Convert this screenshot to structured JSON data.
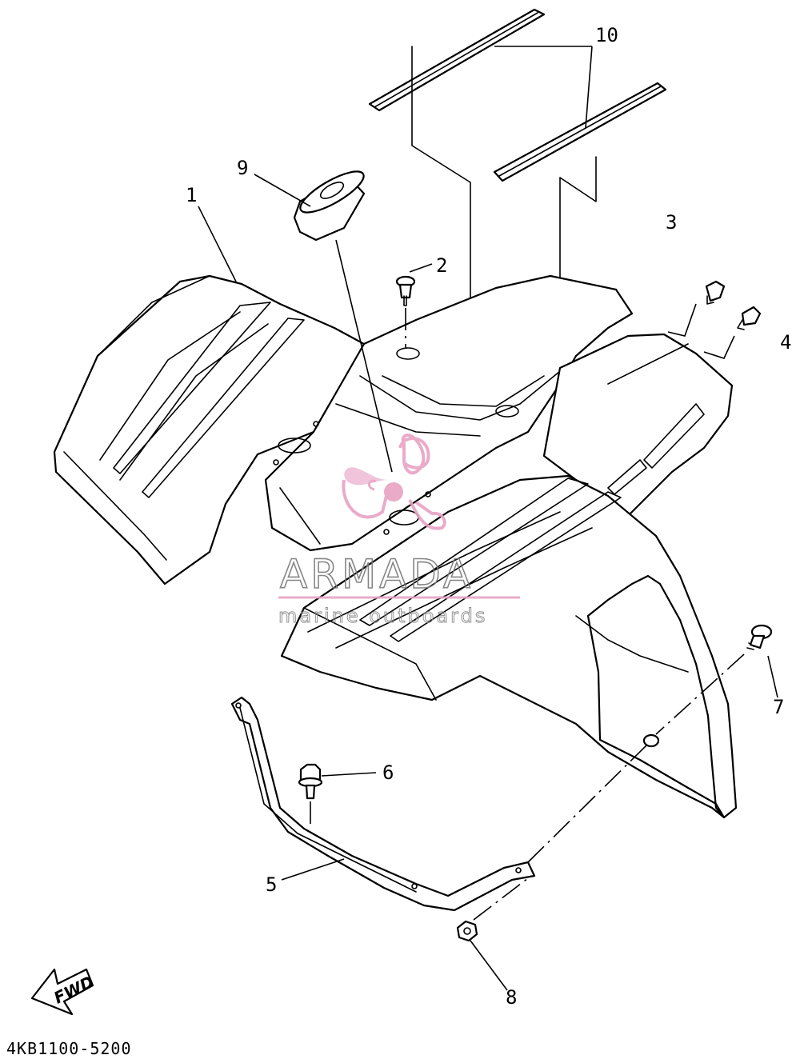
{
  "diagram": {
    "part_code": "4KB1100-5200",
    "direction_label": "FWD",
    "callouts": [
      {
        "id": "1",
        "label": "1"
      },
      {
        "id": "2",
        "label": "2"
      },
      {
        "id": "3",
        "label": "3"
      },
      {
        "id": "4",
        "label": "4"
      },
      {
        "id": "5",
        "label": "5"
      },
      {
        "id": "6",
        "label": "6"
      },
      {
        "id": "7",
        "label": "7"
      },
      {
        "id": "8",
        "label": "8"
      },
      {
        "id": "9",
        "label": "9"
      },
      {
        "id": "10",
        "label": "10"
      }
    ]
  },
  "watermark": {
    "brand": "ARMADA",
    "tagline": "marine outboards",
    "accent_color": "#e8a3c4",
    "text_color": "#7a7a7a"
  },
  "colors": {
    "line": "#000000",
    "background": "#ffffff"
  }
}
